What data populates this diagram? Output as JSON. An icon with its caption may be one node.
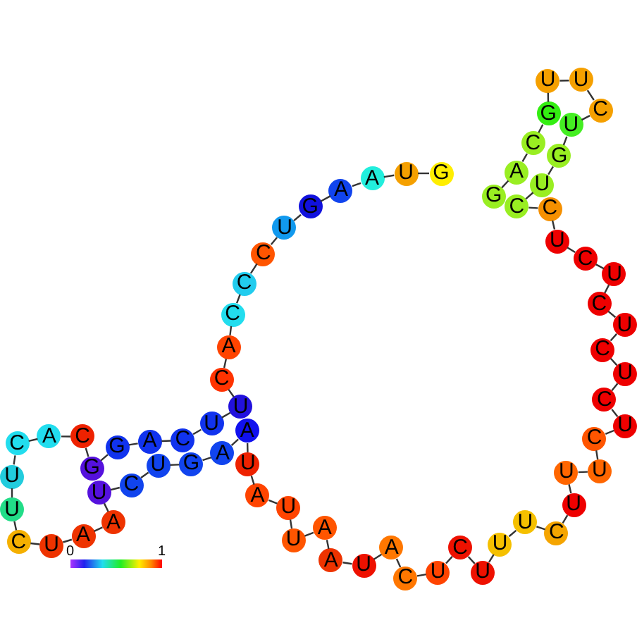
{
  "diagram": {
    "nodes": [
      {
        "text": [
          "G"
        ]
      },
      {
        "text": [
          "A"
        ]
      },
      {
        "text": [
          "C"
        ]
      },
      {
        "text": [
          "G"
        ]
      },
      {
        "text": [
          "U"
        ]
      },
      {
        "text": [
          "U"
        ]
      },
      {
        "text": [
          "C"
        ]
      },
      {
        "text": [
          "U"
        ]
      },
      {
        "text": [
          "G"
        ]
      },
      {
        "text": [
          "U"
        ]
      },
      {
        "text": [
          "C"
        ]
      },
      {
        "text": [
          "C"
        ]
      },
      {
        "text": [
          "U"
        ]
      },
      {
        "text": [
          "C"
        ]
      },
      {
        "text": [
          "U"
        ]
      },
      {
        "text": [
          "C"
        ]
      },
      {
        "text": [
          "U"
        ]
      },
      {
        "text": [
          "C"
        ]
      },
      {
        "text": [
          "U"
        ]
      },
      {
        "text": [
          "C"
        ]
      },
      {
        "text": [
          "U"
        ]
      },
      {
        "text": [
          "C"
        ]
      },
      {
        "text": [
          "U"
        ]
      },
      {
        "text": [
          "U"
        ]
      },
      {
        "text": [
          "U"
        ]
      },
      {
        "text": [
          "C"
        ]
      },
      {
        "text": [
          "U"
        ]
      },
      {
        "text": [
          "U"
        ]
      },
      {
        "text": [
          "U"
        ]
      },
      {
        "text": [
          "C"
        ]
      },
      {
        "text": [
          "U"
        ]
      },
      {
        "text": [
          "C"
        ]
      },
      {
        "text": [
          "A"
        ]
      },
      {
        "text": [
          "U"
        ]
      },
      {
        "text": [
          "A"
        ]
      },
      {
        "text": [
          "A"
        ]
      },
      {
        "text": [
          "U"
        ]
      },
      {
        "text": [
          "U"
        ]
      },
      {
        "text": [
          "A"
        ]
      },
      {
        "text": [
          "U"
        ]
      },
      {
        "text": [
          "A"
        ]
      },
      {
        "text": [
          "A"
        ]
      },
      {
        "text": [
          "G"
        ]
      },
      {
        "text": [
          "U"
        ]
      },
      {
        "text": [
          "C"
        ]
      },
      {
        "text": [
          "U"
        ]
      },
      {
        "text": [
          "A"
        ]
      },
      {
        "text": [
          "A"
        ]
      },
      {
        "text": [
          "U"
        ]
      },
      {
        "text": [
          "C"
        ]
      },
      {
        "text": [
          "U"
        ]
      },
      {
        "text": [
          "U"
        ]
      },
      {
        "text": [
          "C"
        ]
      },
      {
        "text": [
          "A"
        ]
      },
      {
        "text": [
          "C"
        ]
      },
      {
        "text": [
          "G"
        ]
      },
      {
        "text": [
          "G"
        ]
      },
      {
        "text": [
          "A"
        ]
      },
      {
        "text": [
          "C"
        ]
      },
      {
        "text": [
          "U"
        ]
      },
      {
        "text": [
          "U"
        ]
      },
      {
        "text": [
          "C"
        ]
      },
      {
        "text": [
          "A"
        ]
      },
      {
        "text": [
          "C"
        ]
      },
      {
        "text": [
          "C"
        ]
      },
      {
        "text": [
          "C"
        ]
      },
      {
        "text": [
          "U"
        ]
      },
      {
        "text": [
          "G"
        ]
      },
      {
        "text": [
          "A"
        ]
      },
      {
        "text": [
          "A"
        ]
      },
      {
        "text": [
          "U"
        ]
      },
      {
        "text": [
          "G"
        ]
      }
    ],
    "edges": [
      {
        "from": 0,
        "to": 1,
        "arrow": "none"
      },
      {
        "from": 1,
        "to": 2,
        "arrow": "none"
      },
      {
        "from": 2,
        "to": 3,
        "arrow": "none"
      },
      {
        "from": 3,
        "to": 4,
        "arrow": "none"
      },
      {
        "from": 4,
        "to": 5,
        "arrow": "none"
      },
      {
        "from": 5,
        "to": 6,
        "arrow": "none"
      },
      {
        "from": 6,
        "to": 7,
        "arrow": "none"
      },
      {
        "from": 7,
        "to": 8,
        "arrow": "none"
      },
      {
        "from": 8,
        "to": 9,
        "arrow": "none"
      },
      {
        "from": 9,
        "to": 10,
        "arrow": "none"
      },
      {
        "from": 10,
        "to": 11,
        "arrow": "none"
      },
      {
        "from": 11,
        "to": 12,
        "arrow": "none"
      },
      {
        "from": 12,
        "to": 13,
        "arrow": "none"
      },
      {
        "from": 13,
        "to": 14,
        "arrow": "none"
      },
      {
        "from": 14,
        "to": 15,
        "arrow": "none"
      },
      {
        "from": 15,
        "to": 16,
        "arrow": "none"
      },
      {
        "from": 16,
        "to": 17,
        "arrow": "none"
      },
      {
        "from": 17,
        "to": 18,
        "arrow": "none"
      },
      {
        "from": 18,
        "to": 19,
        "arrow": "none"
      },
      {
        "from": 19,
        "to": 20,
        "arrow": "none"
      },
      {
        "from": 20,
        "to": 21,
        "arrow": "none"
      },
      {
        "from": 21,
        "to": 22,
        "arrow": "none"
      },
      {
        "from": 22,
        "to": 23,
        "arrow": "none"
      },
      {
        "from": 23,
        "to": 24,
        "arrow": "none"
      },
      {
        "from": 24,
        "to": 25,
        "arrow": "none"
      },
      {
        "from": 25,
        "to": 26,
        "arrow": "none"
      },
      {
        "from": 26,
        "to": 27,
        "arrow": "none"
      },
      {
        "from": 27,
        "to": 28,
        "arrow": "none"
      },
      {
        "from": 28,
        "to": 29,
        "arrow": "none"
      },
      {
        "from": 29,
        "to": 30,
        "arrow": "none"
      },
      {
        "from": 30,
        "to": 31,
        "arrow": "none"
      },
      {
        "from": 31,
        "to": 32,
        "arrow": "none"
      },
      {
        "from": 32,
        "to": 33,
        "arrow": "none"
      },
      {
        "from": 33,
        "to": 34,
        "arrow": "none"
      },
      {
        "from": 34,
        "to": 35,
        "arrow": "none"
      },
      {
        "from": 35,
        "to": 36,
        "arrow": "none"
      },
      {
        "from": 36,
        "to": 37,
        "arrow": "none"
      },
      {
        "from": 37,
        "to": 38,
        "arrow": "none"
      },
      {
        "from": 38,
        "to": 39,
        "arrow": "none"
      },
      {
        "from": 39,
        "to": 40,
        "arrow": "none"
      },
      {
        "from": 40,
        "to": 41,
        "arrow": "none"
      },
      {
        "from": 41,
        "to": 42,
        "arrow": "none"
      },
      {
        "from": 42,
        "to": 43,
        "arrow": "none"
      },
      {
        "from": 43,
        "to": 44,
        "arrow": "none"
      },
      {
        "from": 44,
        "to": 45,
        "arrow": "none"
      },
      {
        "from": 45,
        "to": 46,
        "arrow": "none"
      },
      {
        "from": 46,
        "to": 47,
        "arrow": "none"
      },
      {
        "from": 47,
        "to": 48,
        "arrow": "none"
      },
      {
        "from": 48,
        "to": 49,
        "arrow": "none"
      },
      {
        "from": 49,
        "to": 50,
        "arrow": "none"
      },
      {
        "from": 50,
        "to": 51,
        "arrow": "none"
      },
      {
        "from": 51,
        "to": 52,
        "arrow": "none"
      },
      {
        "from": 52,
        "to": 53,
        "arrow": "none"
      },
      {
        "from": 53,
        "to": 54,
        "arrow": "none"
      },
      {
        "from": 54,
        "to": 55,
        "arrow": "none"
      },
      {
        "from": 55,
        "to": 56,
        "arrow": "none"
      },
      {
        "from": 56,
        "to": 57,
        "arrow": "none"
      },
      {
        "from": 57,
        "to": 58,
        "arrow": "none"
      },
      {
        "from": 58,
        "to": 59,
        "arrow": "none"
      },
      {
        "from": 59,
        "to": 60,
        "arrow": "none"
      },
      {
        "from": 60,
        "to": 61,
        "arrow": "none"
      },
      {
        "from": 61,
        "to": 62,
        "arrow": "none"
      },
      {
        "from": 62,
        "to": 63,
        "arrow": "none"
      },
      {
        "from": 63,
        "to": 64,
        "arrow": "none"
      },
      {
        "from": 64,
        "to": 65,
        "arrow": "none"
      },
      {
        "from": 65,
        "to": 66,
        "arrow": "none"
      },
      {
        "from": 66,
        "to": 67,
        "arrow": "none"
      },
      {
        "from": 67,
        "to": 68,
        "arrow": "none"
      },
      {
        "from": 68,
        "to": 69,
        "arrow": "none"
      },
      {
        "from": 69,
        "to": 70,
        "arrow": "none"
      },
      {
        "from": 70,
        "to": 71,
        "arrow": "none"
      }
    ],
    "labels": [
      "0",
      "1"
    ]
  }
}
